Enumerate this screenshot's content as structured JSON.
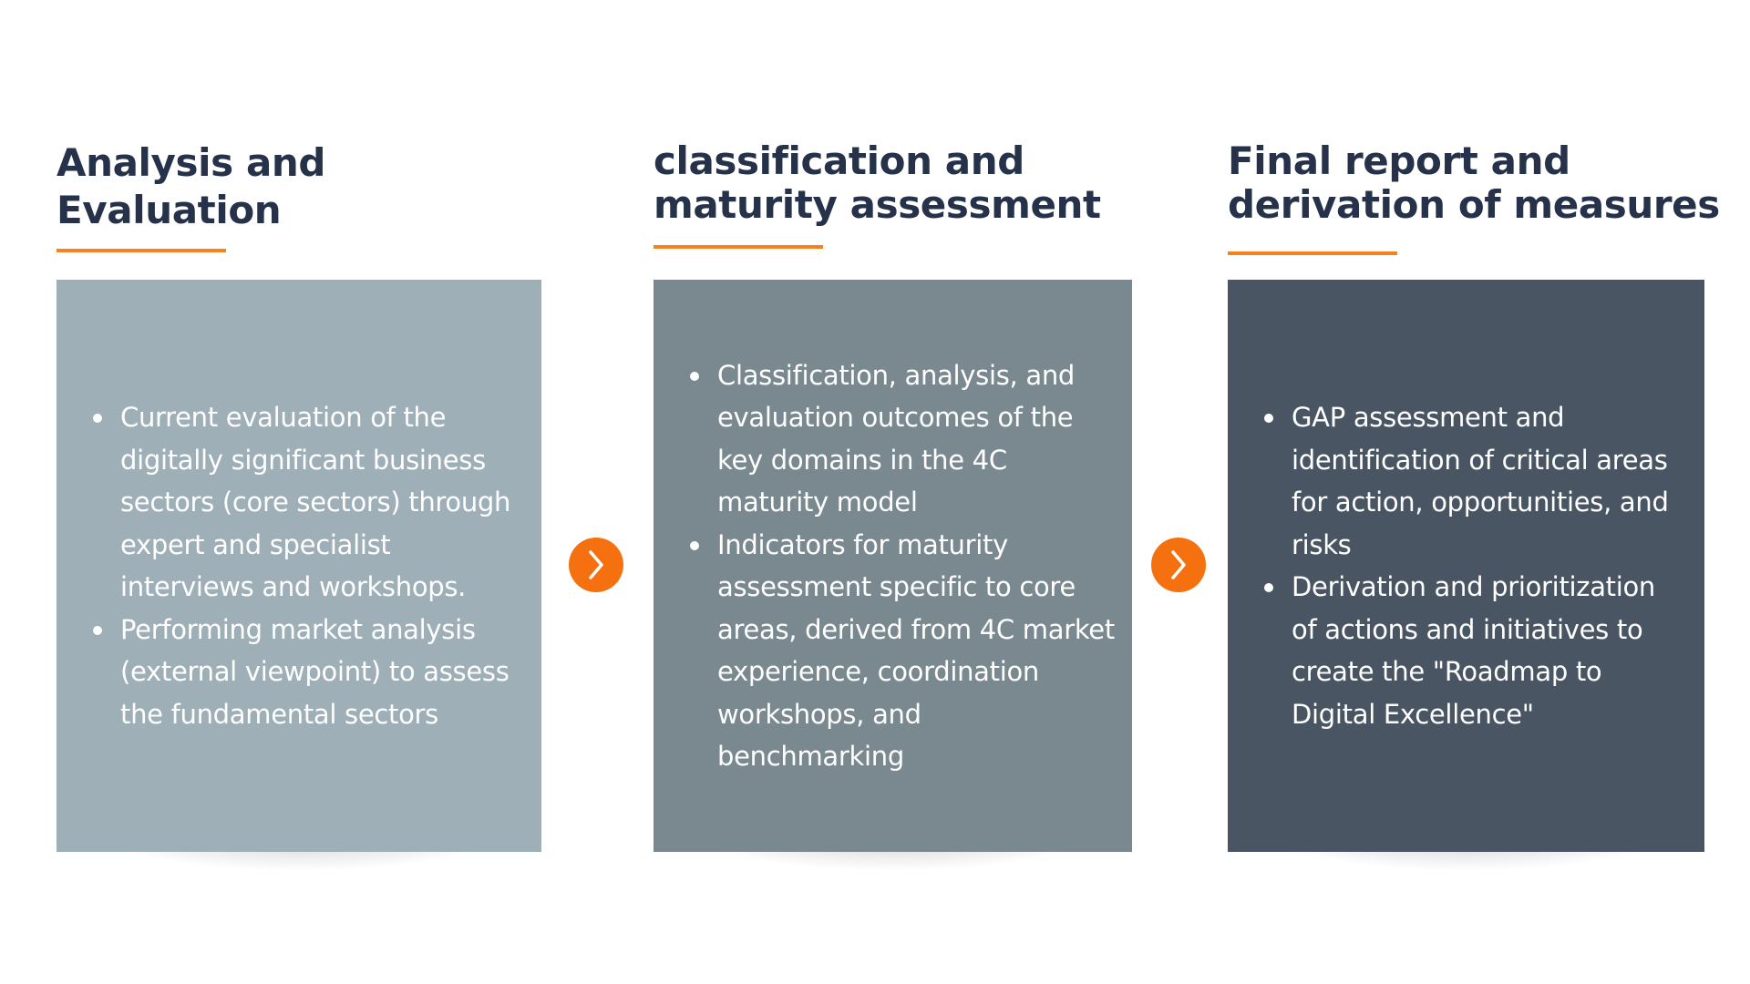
{
  "columns": [
    {
      "heading_line1": "Analysis and",
      "heading_line2": "Evaluation",
      "bullets": [
        "Current evaluation of the digitally significant business sectors (core sectors) through expert and specialist interviews and workshops.",
        "Performing market analysis (external viewpoint) to assess the fundamental sectors"
      ]
    },
    {
      "heading_line1": "classification and",
      "heading_line2": "maturity assessment",
      "bullets": [
        "Classification, analysis, and evaluation outcomes of the key domains in the 4C maturity model",
        "Indicators for maturity assessment specific to core areas, derived from 4C market experience, coordination workshops, and benchmarking"
      ]
    },
    {
      "heading_line1": "Final report and",
      "heading_line2": "derivation of measures",
      "bullets": [
        "GAP assessment and identification of critical areas for action, opportunities, and risks",
        "Derivation and prioritization of actions and initiatives to create the \"Roadmap to Digital Excellence\""
      ]
    }
  ],
  "icons": {
    "arrow_1": "chevron-right-icon",
    "arrow_2": "chevron-right-icon"
  },
  "colors": {
    "heading": "#26324a",
    "accent": "#f5821f",
    "arrow": "#f5700e",
    "card_1": "#9eafb8",
    "card_2": "#7a898f",
    "card_3": "#4a5563",
    "bullet_text": "#ffffff"
  }
}
